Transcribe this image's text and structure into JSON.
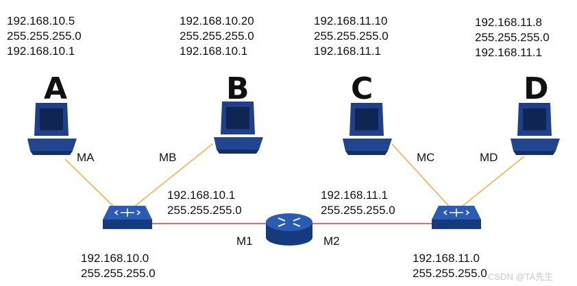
{
  "hosts": [
    {
      "name": "A",
      "ip": "192.168.10.5",
      "mask": "255.255.255.0",
      "gateway": "192.168.10.1",
      "mac": "MA"
    },
    {
      "name": "B",
      "ip": "192.168.10.20",
      "mask": "255.255.255.0",
      "gateway": "192.168.10.1",
      "mac": "MB"
    },
    {
      "name": "C",
      "ip": "192.168.11.10",
      "mask": "255.255.255.0",
      "gateway": "192.168.11.1",
      "mac": "MC"
    },
    {
      "name": "D",
      "ip": "192.168.11.8",
      "mask": "255.255.255.0",
      "gateway": "192.168.11.1",
      "mac": "MD"
    }
  ],
  "router": {
    "if1": {
      "ip": "192.168.10.1",
      "mask": "255.255.255.0",
      "mac": "M1"
    },
    "if2": {
      "ip": "192.168.11.1",
      "mask": "255.255.255.0",
      "mac": "M2"
    }
  },
  "switches": [
    {
      "network": "192.168.10.0",
      "mask": "255.255.255.0"
    },
    {
      "network": "192.168.11.0",
      "mask": "255.255.255.0"
    }
  ],
  "watermark": "CSDN @TA先生"
}
